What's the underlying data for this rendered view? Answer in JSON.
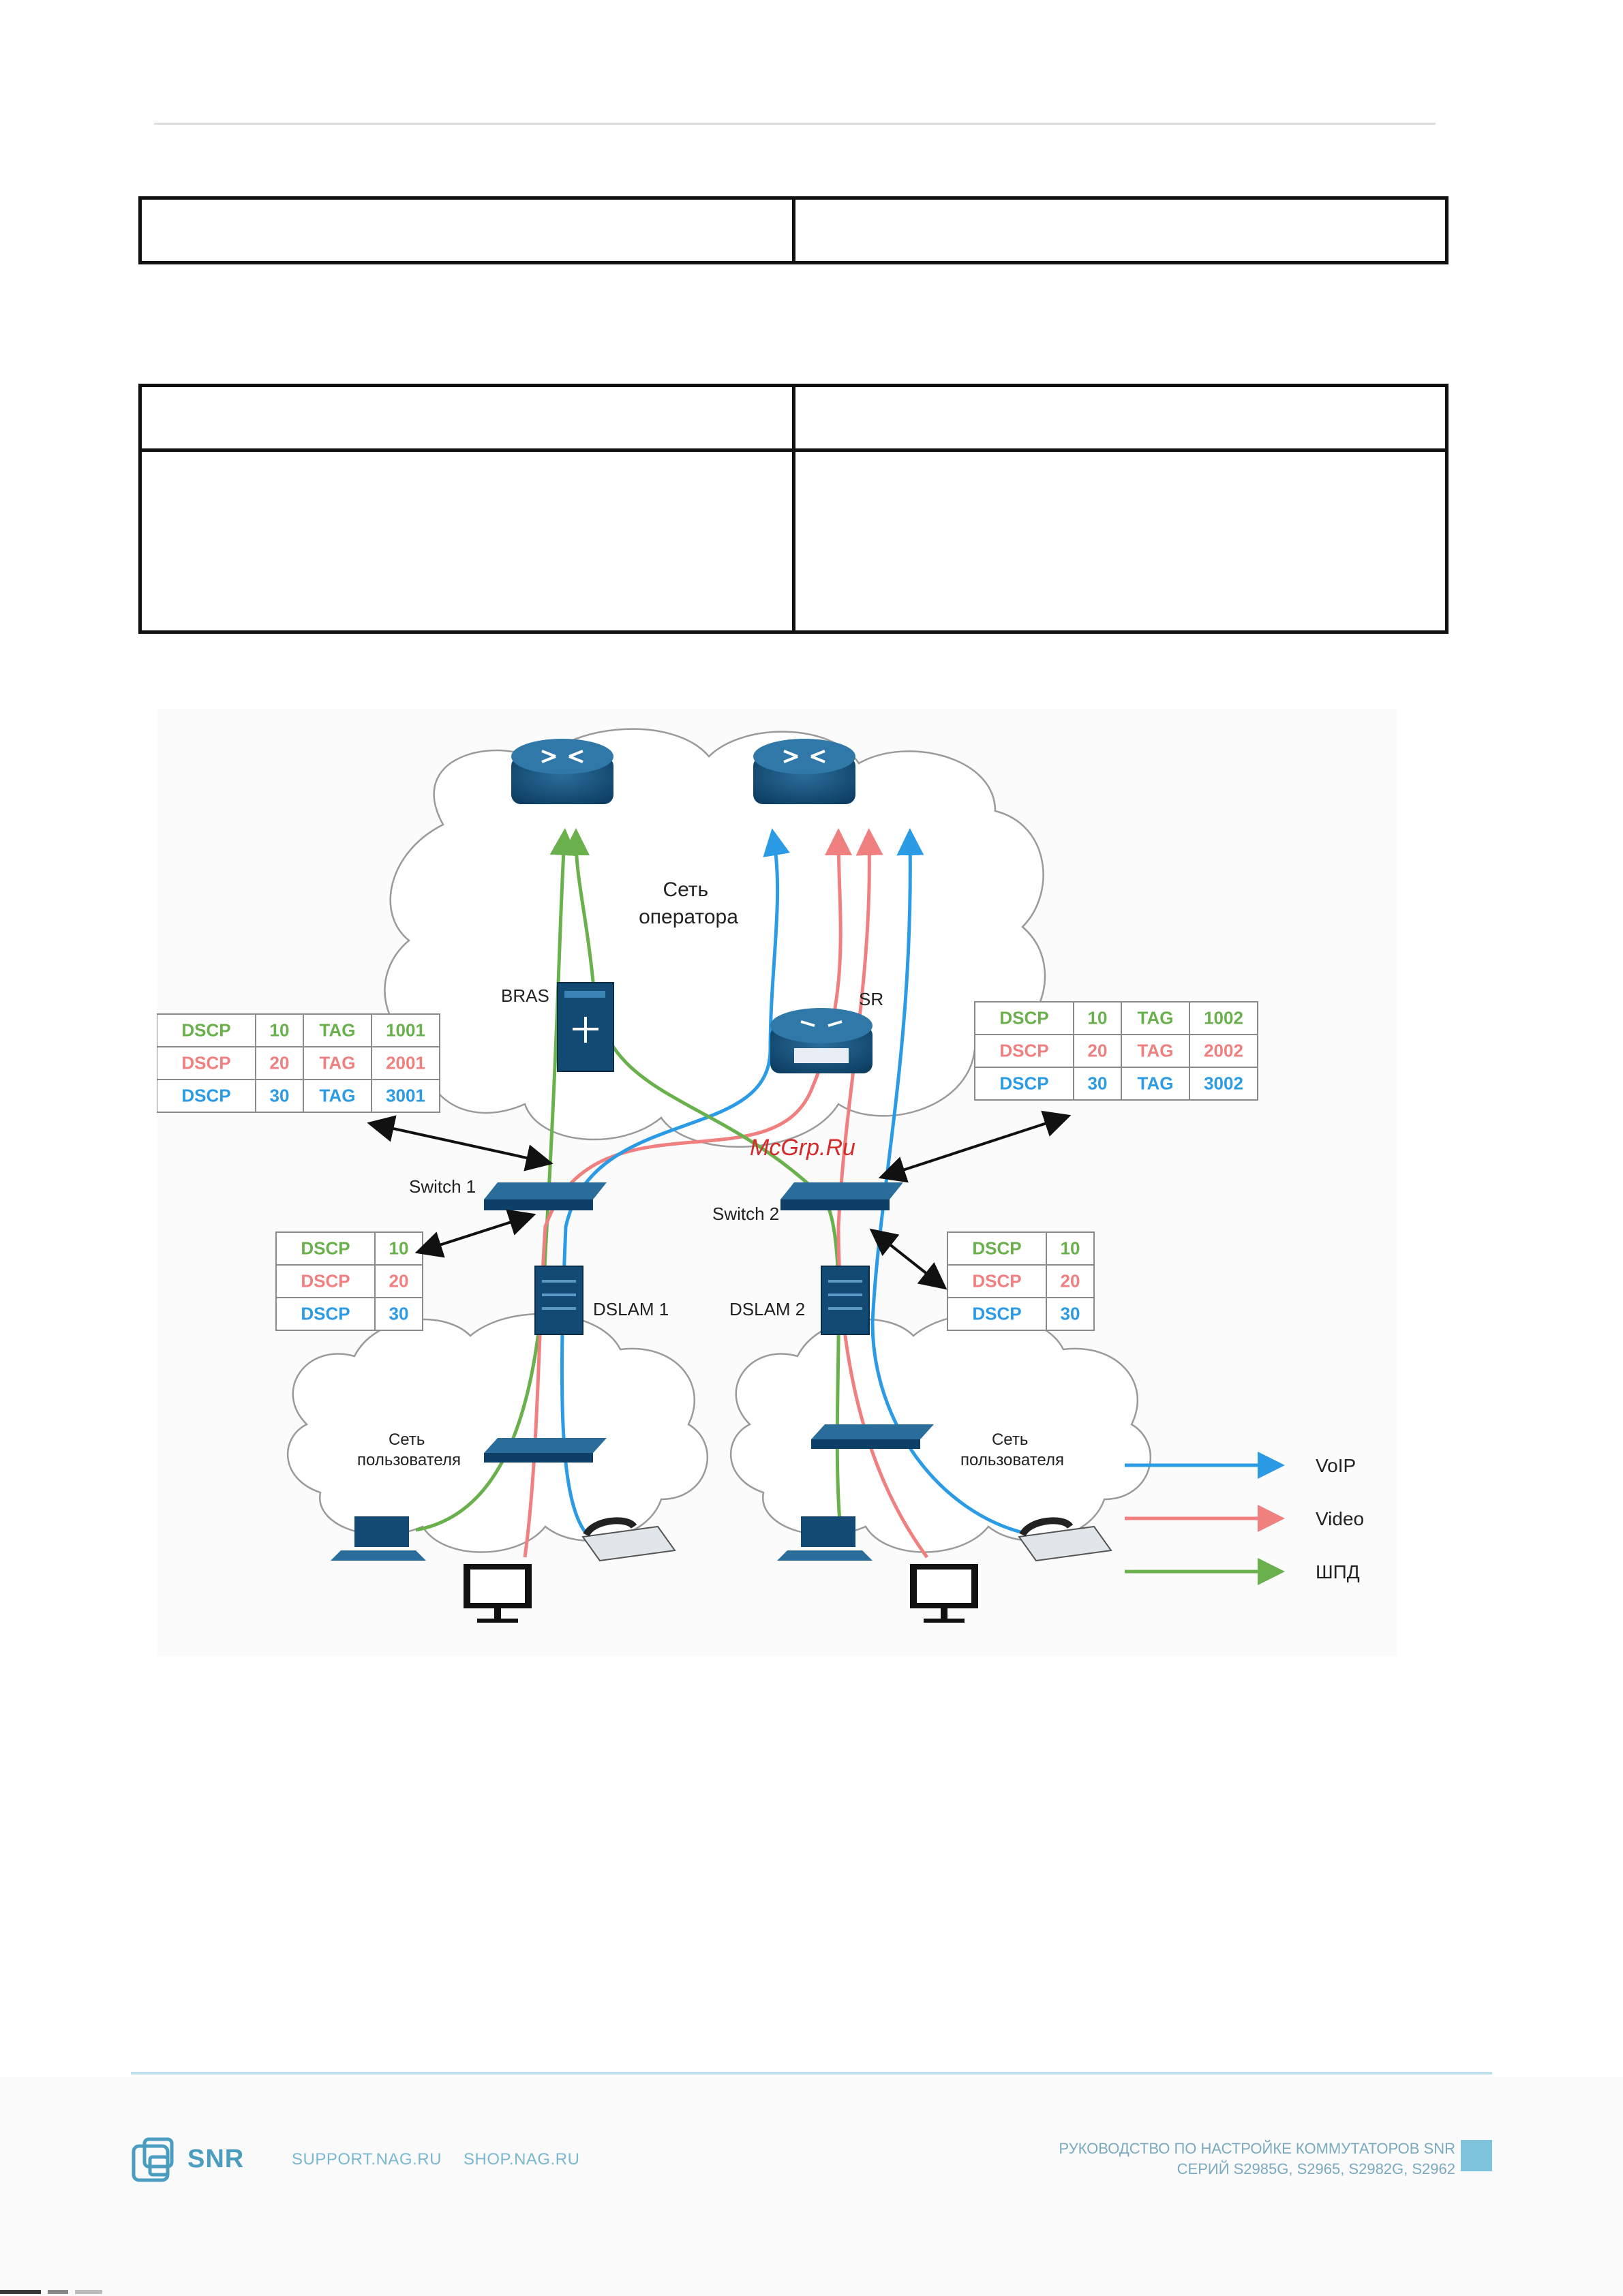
{
  "diagram": {
    "cloud_operator": [
      "Сеть",
      "оператора"
    ],
    "cloud_user": [
      "Сеть",
      "пользователя"
    ],
    "nodes": {
      "bras": "BRAS",
      "sr": "SR",
      "switch1": "Switch 1",
      "switch2": "Switch 2",
      "dslam1": "DSLAM 1",
      "dslam2": "DSLAM 2"
    },
    "watermark": "McGrp.Ru",
    "legend": [
      {
        "label": "VoIP",
        "color": "#2b9be6"
      },
      {
        "label": "Video",
        "color": "#f08080"
      },
      {
        "label": "ШПД",
        "color": "#6ab04c"
      }
    ],
    "tag_table_left": [
      [
        "DSCP",
        "10",
        "TAG",
        "1001"
      ],
      [
        "DSCP",
        "20",
        "TAG",
        "2001"
      ],
      [
        "DSCP",
        "30",
        "TAG",
        "3001"
      ]
    ],
    "tag_table_right": [
      [
        "DSCP",
        "10",
        "TAG",
        "1002"
      ],
      [
        "DSCP",
        "20",
        "TAG",
        "2002"
      ],
      [
        "DSCP",
        "30",
        "TAG",
        "3002"
      ]
    ],
    "dscp_table_left": [
      [
        "DSCP",
        "10"
      ],
      [
        "DSCP",
        "20"
      ],
      [
        "DSCP",
        "30"
      ]
    ],
    "dscp_table_right": [
      [
        "DSCP",
        "10"
      ],
      [
        "DSCP",
        "20"
      ],
      [
        "DSCP",
        "30"
      ]
    ],
    "row_colors": [
      "#6ab04c",
      "#f08080",
      "#2b9be6"
    ]
  },
  "footer": {
    "logo_text": "SNR",
    "link_support": "SUPPORT.NAG.RU",
    "link_shop": "SHOP.NAG.RU",
    "note_line1": "РУКОВОДСТВО ПО НАСТРОЙКЕ КОММУТАТОРОВ SNR",
    "note_line2": "СЕРИЙ S2985G, S2965, S2982G, S2962"
  }
}
